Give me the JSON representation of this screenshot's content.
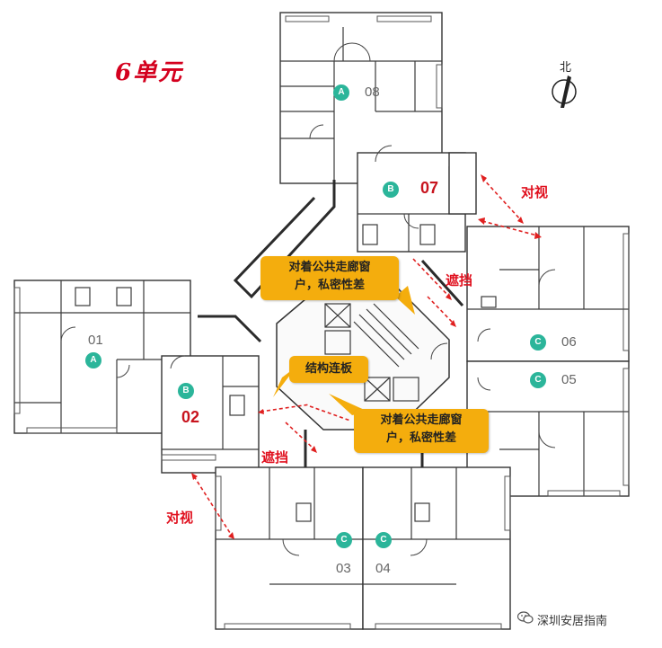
{
  "title": "6单元",
  "north": "北",
  "units": [
    {
      "id": "01",
      "type": "A"
    },
    {
      "id": "02",
      "type": "B"
    },
    {
      "id": "03",
      "type": "C"
    },
    {
      "id": "04",
      "type": "C"
    },
    {
      "id": "05",
      "type": "C"
    },
    {
      "id": "06",
      "type": "C"
    },
    {
      "id": "07",
      "type": "B"
    },
    {
      "id": "08",
      "type": "A"
    }
  ],
  "annotations": {
    "facing_top": "对视",
    "facing_bottom": "对视",
    "blocking_right": "遮挡",
    "blocking_left": "遮挡"
  },
  "callouts": {
    "top": "对着公共走廊窗户，私密性差",
    "top_line1": "对着公共走廊窗",
    "top_line2": "户，私密性差",
    "middle": "结构连板",
    "bottom_line1": "对着公共走廊窗",
    "bottom_line2": "户，私密性差"
  },
  "watermark": "深圳安居指南",
  "colors": {
    "badge": "#2bb59a",
    "callout": "#f4ad0d",
    "annotation": "#e0101e",
    "title": "#d4001e"
  }
}
